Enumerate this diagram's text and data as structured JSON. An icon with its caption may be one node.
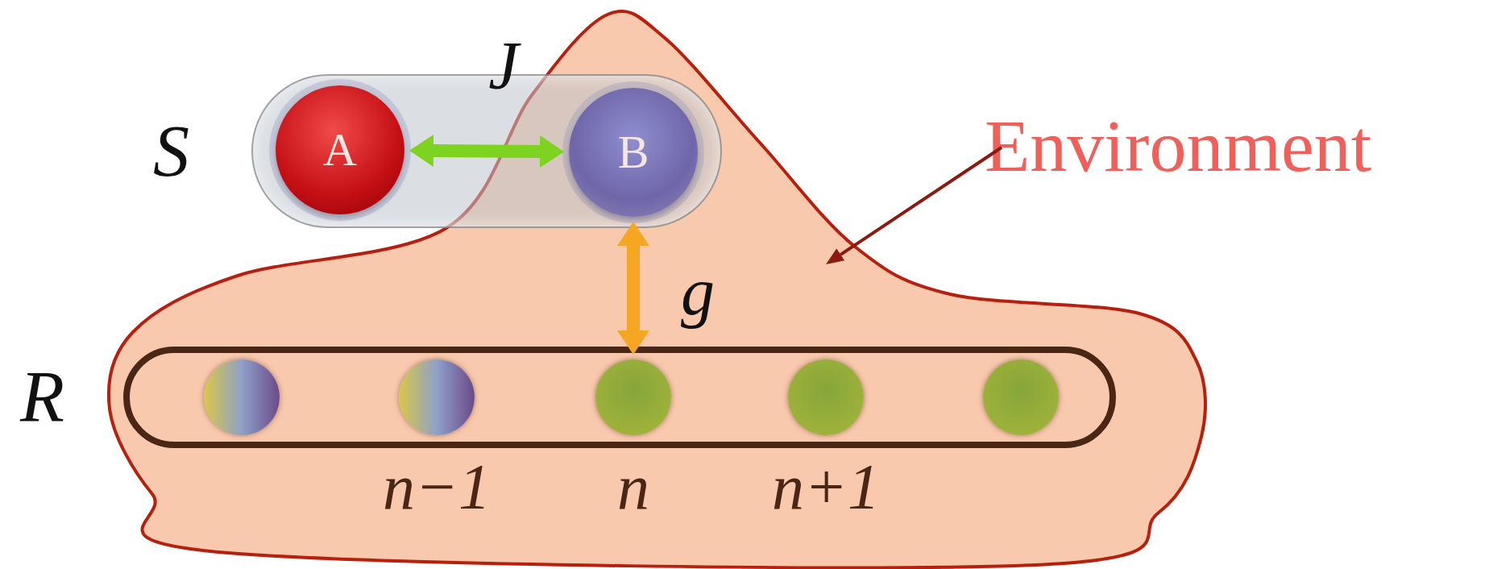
{
  "diagram": {
    "nodes": [
      {
        "text": [
          "S"
        ]
      },
      {
        "text": [
          "A"
        ],
        "in": 0
      },
      {
        "text": [
          "B"
        ],
        "in": 0
      },
      {
        "text": [
          "Environment"
        ]
      },
      {
        "text": [],
        "shape": "cloud"
      },
      {
        "text": [
          "R"
        ],
        "in": 4
      },
      {
        "text": [],
        "shape": "circle",
        "in": 5
      },
      {
        "text": [],
        "shape": "circle",
        "in": 5,
        "beside": [
          "n−1"
        ]
      },
      {
        "text": [],
        "shape": "circle",
        "in": 5,
        "beside": [
          "n"
        ]
      },
      {
        "text": [],
        "shape": "circle",
        "in": 5,
        "beside": [
          "n+1"
        ]
      },
      {
        "text": [],
        "shape": "circle",
        "in": 5
      }
    ],
    "edges": [
      {
        "from": 1,
        "to": 2,
        "arrow": "both",
        "label": "J",
        "color": "#7ed321"
      },
      {
        "from": 2,
        "to": 8,
        "arrow": "both",
        "label": "g",
        "color": "#f5a623"
      },
      {
        "from": 3,
        "to": 4,
        "arrow": "to",
        "color": "#8b1a10"
      }
    ]
  }
}
